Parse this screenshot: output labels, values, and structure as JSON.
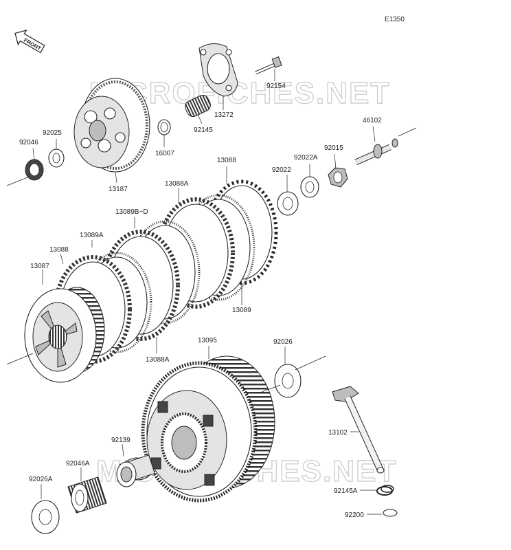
{
  "diagram": {
    "code": "E1350",
    "front_label": "FRONT",
    "watermarks": [
      "MICROFICHES.NET",
      "MICROFICHES.NET"
    ],
    "labels": [
      {
        "id": "13272",
        "text": "13272"
      },
      {
        "id": "92154",
        "text": "92154"
      },
      {
        "id": "92145",
        "text": "92145"
      },
      {
        "id": "16007",
        "text": "16007"
      },
      {
        "id": "13187",
        "text": "13187"
      },
      {
        "id": "92025",
        "text": "92025"
      },
      {
        "id": "92046",
        "text": "92046"
      },
      {
        "id": "46102",
        "text": "46102"
      },
      {
        "id": "92015",
        "text": "92015"
      },
      {
        "id": "92022A",
        "text": "92022A"
      },
      {
        "id": "92022",
        "text": "92022"
      },
      {
        "id": "13088-top",
        "text": "13088"
      },
      {
        "id": "13088A-top",
        "text": "13088A"
      },
      {
        "id": "13089B-D",
        "text": "13089B~D"
      },
      {
        "id": "13089A",
        "text": "13089A"
      },
      {
        "id": "13088-left",
        "text": "13088"
      },
      {
        "id": "13087",
        "text": "13087"
      },
      {
        "id": "13089",
        "text": "13089"
      },
      {
        "id": "13088A-bottom",
        "text": "13088A"
      },
      {
        "id": "13095",
        "text": "13095"
      },
      {
        "id": "92026",
        "text": "92026"
      },
      {
        "id": "13102",
        "text": "13102"
      },
      {
        "id": "92139",
        "text": "92139"
      },
      {
        "id": "92046A",
        "text": "92046A"
      },
      {
        "id": "92026A",
        "text": "92026A"
      },
      {
        "id": "92145A",
        "text": "92145A"
      },
      {
        "id": "92200",
        "text": "92200"
      }
    ]
  }
}
